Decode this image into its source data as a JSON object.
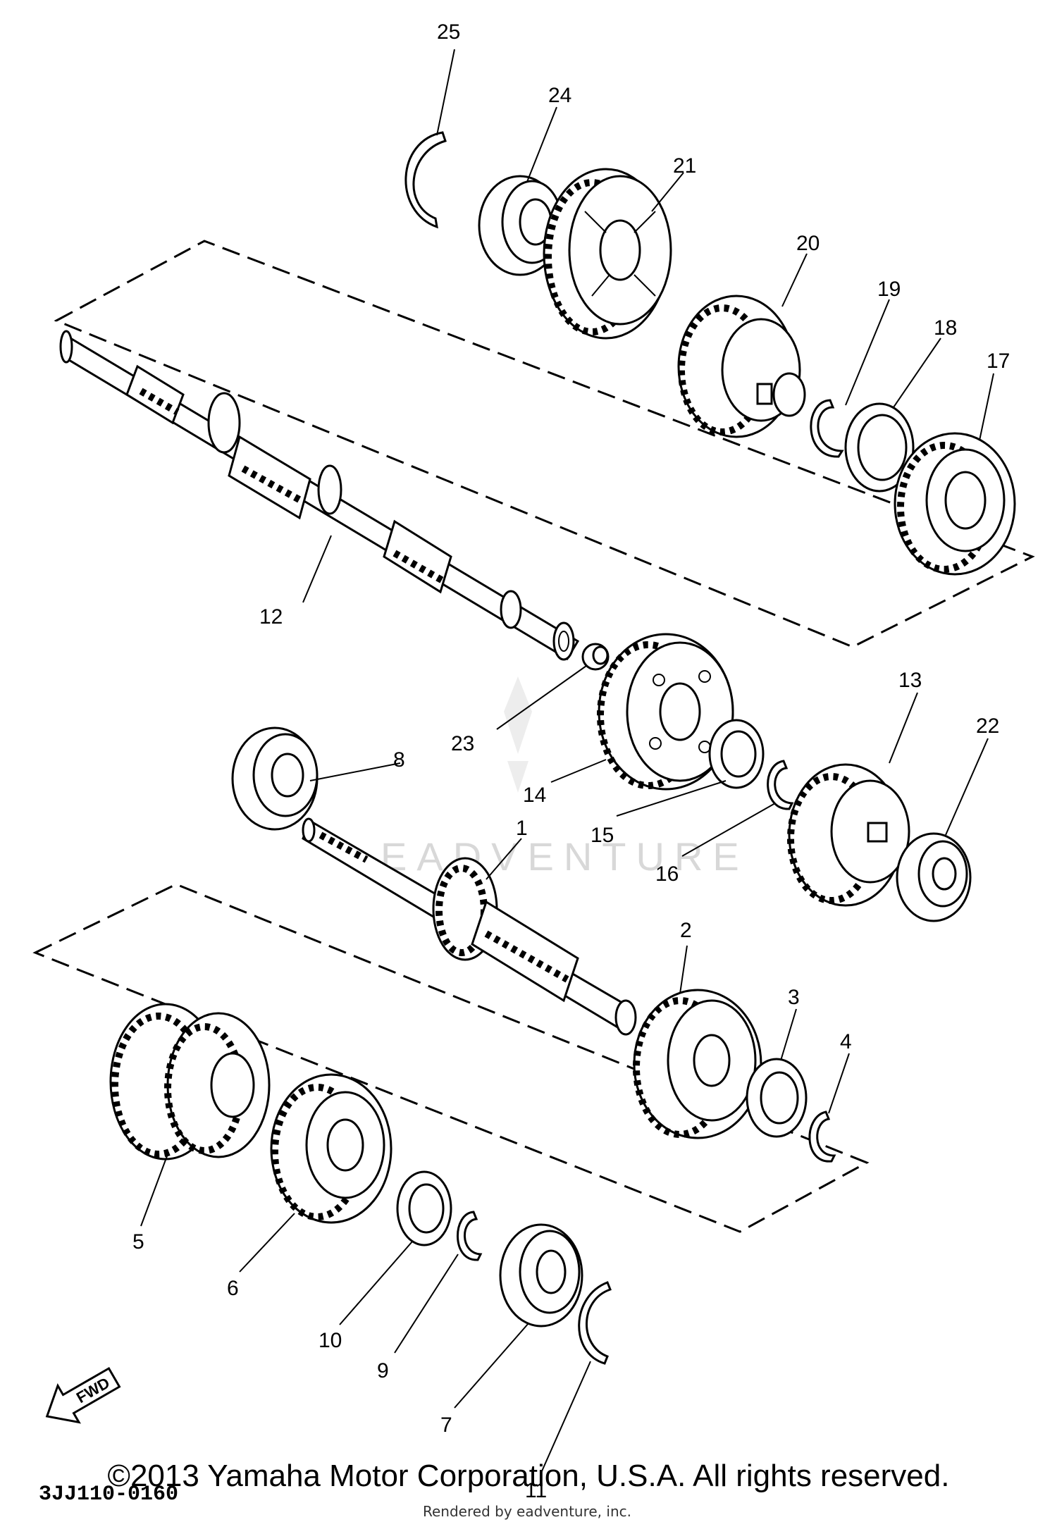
{
  "figure_code": "3JJ110-0160",
  "fwd_label": "FWD",
  "watermark": "EADVENTURE",
  "render_credit": "Rendered by eadventure, inc.",
  "copyright": "©2013 Yamaha Motor Corporation, U.S.A. All rights reserved.",
  "callouts": {
    "c1": "1",
    "c2": "2",
    "c3": "3",
    "c4": "4",
    "c5": "5",
    "c6": "6",
    "c7": "7",
    "c8": "8",
    "c9": "9",
    "c10": "10",
    "c11": "11",
    "c12": "12",
    "c13": "13",
    "c14": "14",
    "c15": "15",
    "c16": "16",
    "c17": "17",
    "c18": "18",
    "c19": "19",
    "c20": "20",
    "c21": "21",
    "c22": "22",
    "c23": "23",
    "c24": "24",
    "c25": "25"
  }
}
